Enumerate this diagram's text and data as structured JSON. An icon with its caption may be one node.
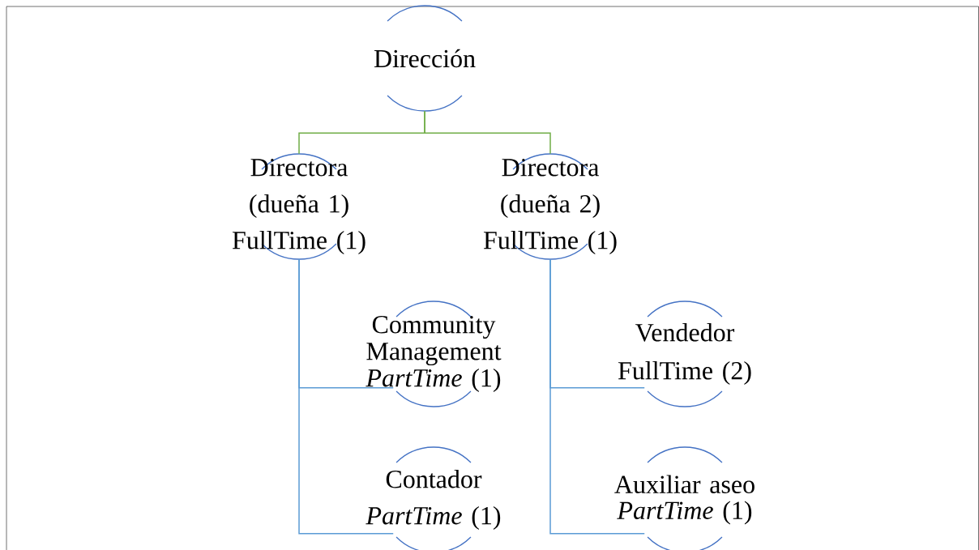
{
  "diagram": {
    "nodes": [
      {
        "text": [
          "Dirección"
        ]
      },
      {
        "text": [
          "Directora (dueña 1) FullTime (1)"
        ]
      },
      {
        "text": [
          "Directora (dueña 2) FullTime (1)"
        ]
      },
      {
        "text": [
          "Community Management *PartTime* (1)"
        ]
      },
      {
        "text": [
          "Contador *PartTime* (1)"
        ]
      },
      {
        "text": [
          "Vendedor FullTime (2)"
        ]
      },
      {
        "text": [
          "Auxiliar aseo *PartTime* (1)"
        ]
      }
    ],
    "edges": [
      {
        "from": 0,
        "to": 1,
        "arrow": "none",
        "color": "#70ad47"
      },
      {
        "from": 0,
        "to": 2,
        "arrow": "none",
        "color": "#70ad47"
      },
      {
        "from": 1,
        "to": 3,
        "arrow": "none"
      },
      {
        "from": 1,
        "to": 4,
        "arrow": "none"
      },
      {
        "from": 2,
        "to": 5,
        "arrow": "none"
      },
      {
        "from": 2,
        "to": 6,
        "arrow": "none"
      }
    ]
  }
}
